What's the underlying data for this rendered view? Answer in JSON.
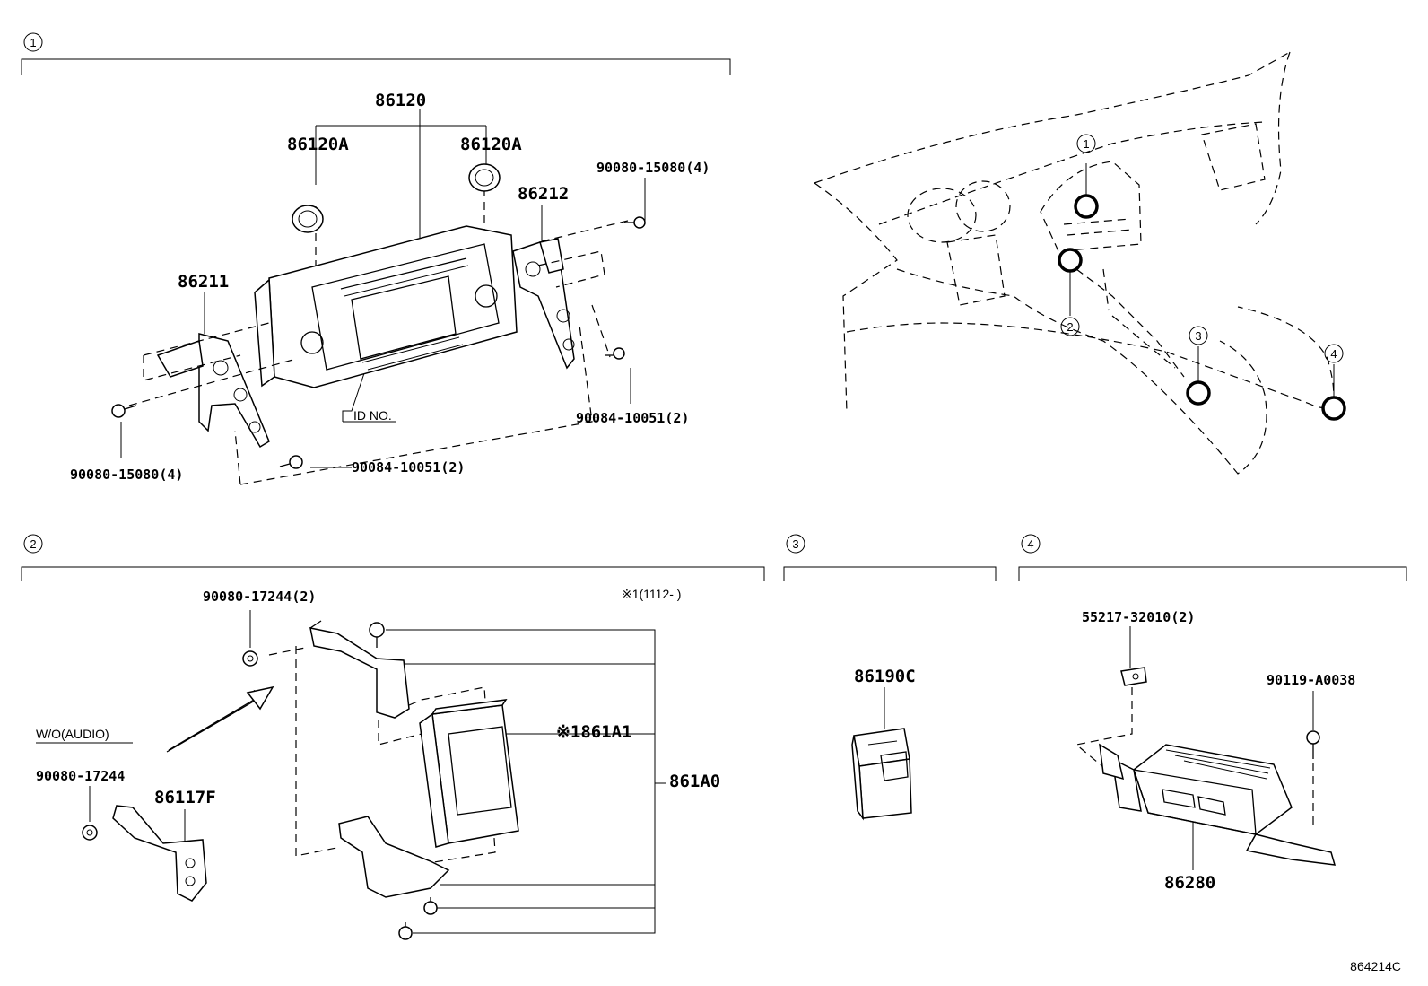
{
  "sections": {
    "s1": {
      "badge": "1"
    },
    "s2": {
      "badge": "2"
    },
    "s3": {
      "badge": "3"
    },
    "s4": {
      "badge": "4"
    }
  },
  "section1": {
    "labels": {
      "p86120": "86120",
      "p86120A_left": "86120A",
      "p86120A_right": "86120A",
      "p86212": "86212",
      "p86211": "86211",
      "bolt_tr": "90080-15080(4)",
      "bolt_r": "90084-10051(2)",
      "bolt_l": "90080-15080(4)",
      "bolt_b": "90084-10051(2)",
      "id_no": "ID NO."
    }
  },
  "overview": {
    "callouts": [
      "1",
      "2",
      "3",
      "4"
    ]
  },
  "section2": {
    "labels": {
      "bolt_top": "90080-17244(2)",
      "note": "※1(1112-      )",
      "wo_audio": "W/O(AUDIO)",
      "bolt_left": "90080-17244",
      "p86117F": "86117F",
      "p861A1": "※1861A1",
      "p861A0": "861A0"
    }
  },
  "section3": {
    "labels": {
      "p86190C": "86190C"
    }
  },
  "section4": {
    "labels": {
      "clip": "55217-32010(2)",
      "screw": "90119-A0038",
      "p86280": "86280"
    }
  },
  "footer": {
    "code": "864214C"
  }
}
